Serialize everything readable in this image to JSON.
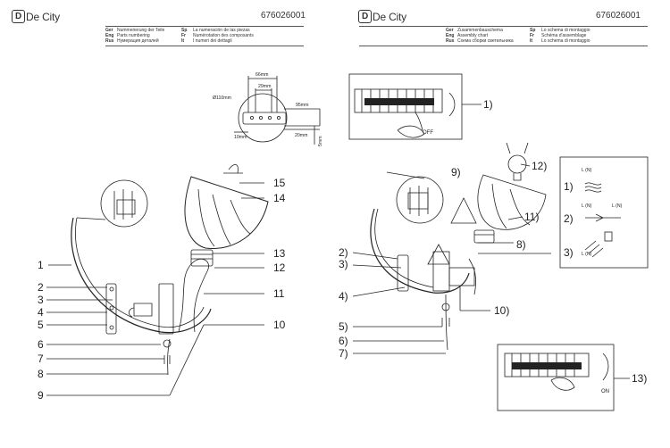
{
  "brand": "De City",
  "product_code": "676026001",
  "left_header": {
    "col1": [
      {
        "lang": "Ger",
        "text": "Nummerierung der Teile"
      },
      {
        "lang": "Eng",
        "text": "Parts numbering"
      },
      {
        "lang": "Rus",
        "text": "Нумерация деталей"
      }
    ],
    "col2": [
      {
        "lang": "Sp",
        "text": "La numeración de las piezas"
      },
      {
        "lang": "Fr",
        "text": "Numérotation des composants"
      },
      {
        "lang": "It",
        "text": "I numeri dei dettagli"
      }
    ]
  },
  "right_header": {
    "col1": [
      {
        "lang": "Ger",
        "text": "Zusammenbauschema"
      },
      {
        "lang": "Eng",
        "text": "Assembly chart"
      },
      {
        "lang": "Rus",
        "text": "Схема сборки светильника"
      }
    ],
    "col2": [
      {
        "lang": "Sp",
        "text": "Lo schema di montaggio"
      },
      {
        "lang": "Fr",
        "text": "Schéma d'assemblage"
      },
      {
        "lang": "It",
        "text": "Lo schema di montaggio"
      }
    ]
  },
  "dimensions": {
    "d1": "66mm",
    "d2": "29mm",
    "d3": "95mm",
    "diameter": "Ø110mm",
    "d4": "10mm",
    "d5": "20mm",
    "d6": "5mm"
  },
  "left_callouts": [
    "1",
    "2",
    "3",
    "4",
    "5",
    "6",
    "7",
    "8",
    "9",
    "10",
    "11",
    "12",
    "13",
    "14",
    "15"
  ],
  "right_callouts": [
    "1)",
    "2)",
    "3)",
    "4)",
    "5)",
    "6)",
    "7)",
    "8)",
    "9)",
    "10)",
    "11)",
    "12)",
    "13)"
  ],
  "terminal_labels": {
    "off": "OFF",
    "on": "ON"
  },
  "wire_steps": [
    "1)",
    "2)",
    "3)"
  ],
  "wire_labels": [
    "L (N)",
    "L (N)",
    "L (N)",
    "L (N)"
  ]
}
